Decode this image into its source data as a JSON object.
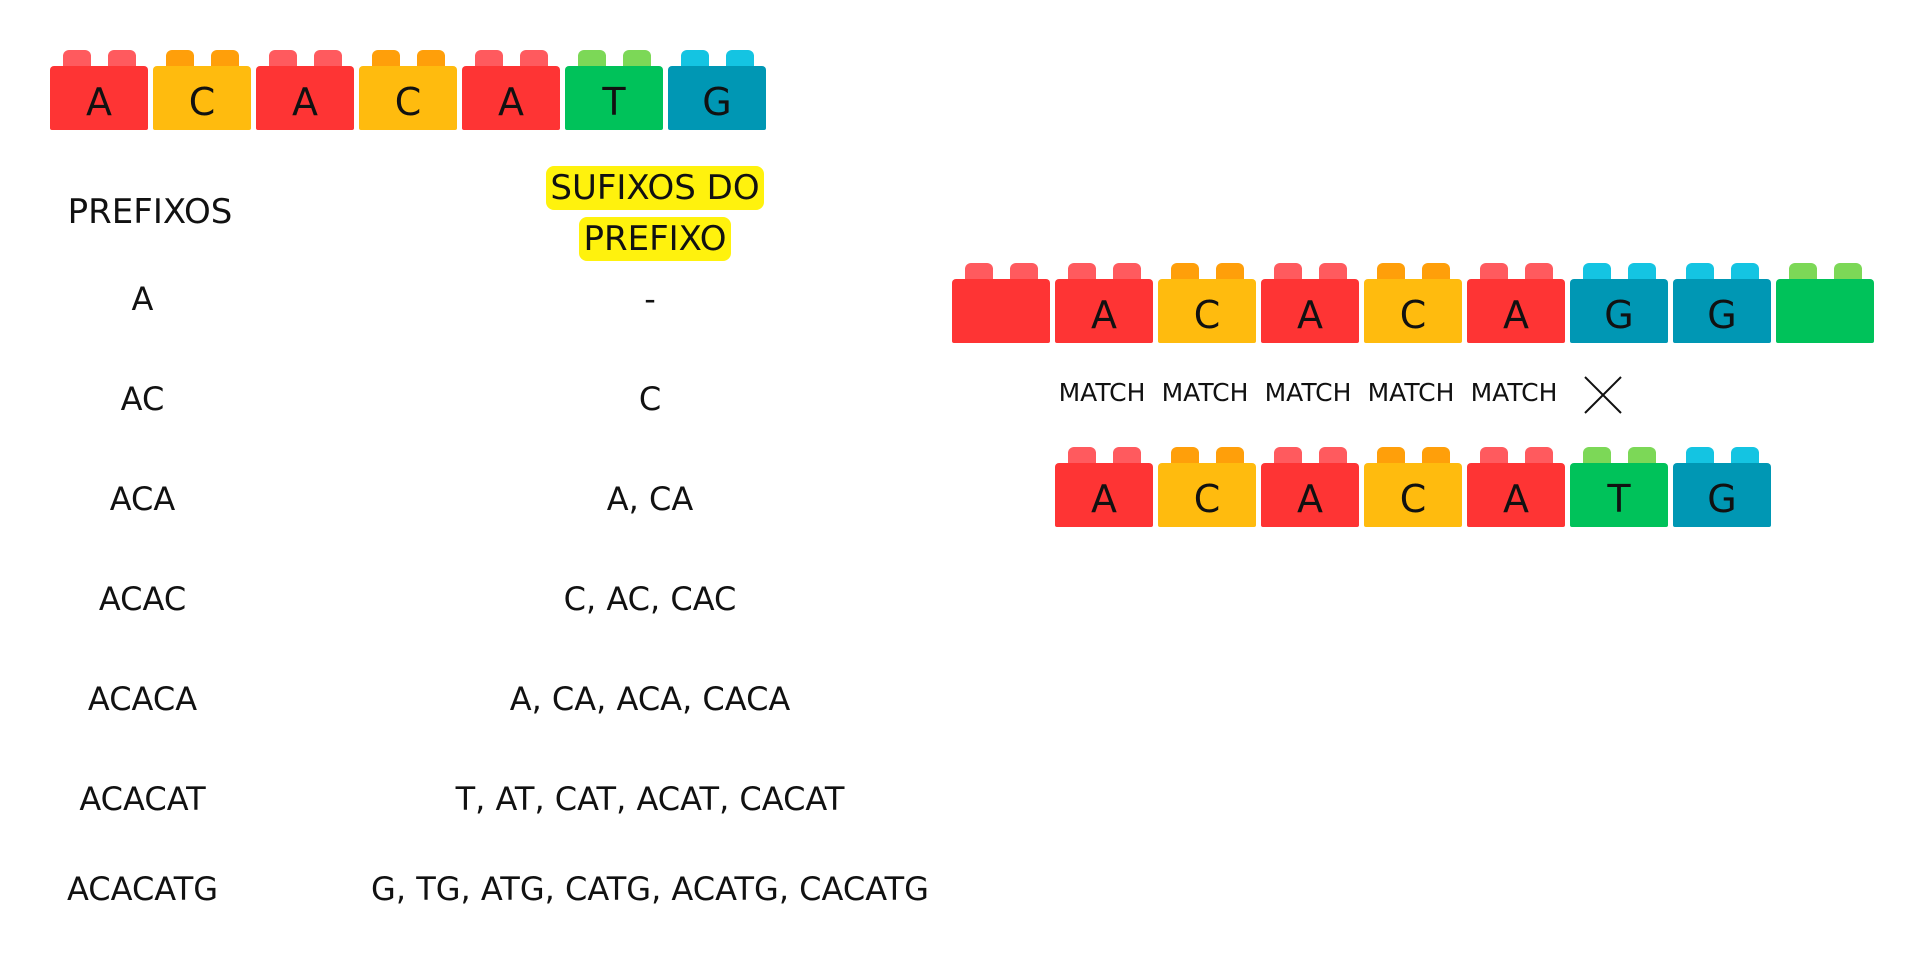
{
  "top_sequence": [
    {
      "letter": "A",
      "color": "red"
    },
    {
      "letter": "C",
      "color": "yellow"
    },
    {
      "letter": "A",
      "color": "red"
    },
    {
      "letter": "C",
      "color": "yellow"
    },
    {
      "letter": "A",
      "color": "red"
    },
    {
      "letter": "T",
      "color": "green"
    },
    {
      "letter": "G",
      "color": "teal"
    }
  ],
  "headers": {
    "prefixos": "PREFIXOS",
    "sufixos_line1": "SUFIXOS DO",
    "sufixos_line2": "PREFIXO"
  },
  "table": [
    {
      "prefix": "A",
      "suffixes": "-"
    },
    {
      "prefix": "AC",
      "suffixes": "C"
    },
    {
      "prefix": "ACA",
      "suffixes": "A, CA"
    },
    {
      "prefix": "ACAC",
      "suffixes": "C, AC, CAC"
    },
    {
      "prefix": "ACACA",
      "suffixes": "A, CA, ACA, CACA"
    },
    {
      "prefix": "ACACAT",
      "suffixes": "T, AT, CAT, ACAT, CACAT"
    },
    {
      "prefix": "ACACATG",
      "suffixes": "G, TG, ATG, CATG, ACATG, CACATG"
    }
  ],
  "text_sequence": [
    {
      "letter": "",
      "color": "red"
    },
    {
      "letter": "A",
      "color": "red"
    },
    {
      "letter": "C",
      "color": "yellow"
    },
    {
      "letter": "A",
      "color": "red"
    },
    {
      "letter": "C",
      "color": "yellow"
    },
    {
      "letter": "A",
      "color": "red"
    },
    {
      "letter": "G",
      "color": "teal"
    },
    {
      "letter": "G",
      "color": "teal"
    },
    {
      "letter": "",
      "color": "green"
    }
  ],
  "match_labels": [
    "MATCH",
    "MATCH",
    "MATCH",
    "MATCH",
    "MATCH"
  ],
  "mismatch_icon": "x-mark-icon",
  "pattern_sequence": [
    {
      "letter": "A",
      "color": "red"
    },
    {
      "letter": "C",
      "color": "yellow"
    },
    {
      "letter": "A",
      "color": "red"
    },
    {
      "letter": "C",
      "color": "yellow"
    },
    {
      "letter": "A",
      "color": "red"
    },
    {
      "letter": "T",
      "color": "green"
    },
    {
      "letter": "G",
      "color": "teal"
    }
  ],
  "colors": {
    "red": "#fe3434",
    "yellow": "#ffbb0e",
    "green": "#00c25a",
    "teal": "#0097b4",
    "highlight": "#fff20d"
  }
}
